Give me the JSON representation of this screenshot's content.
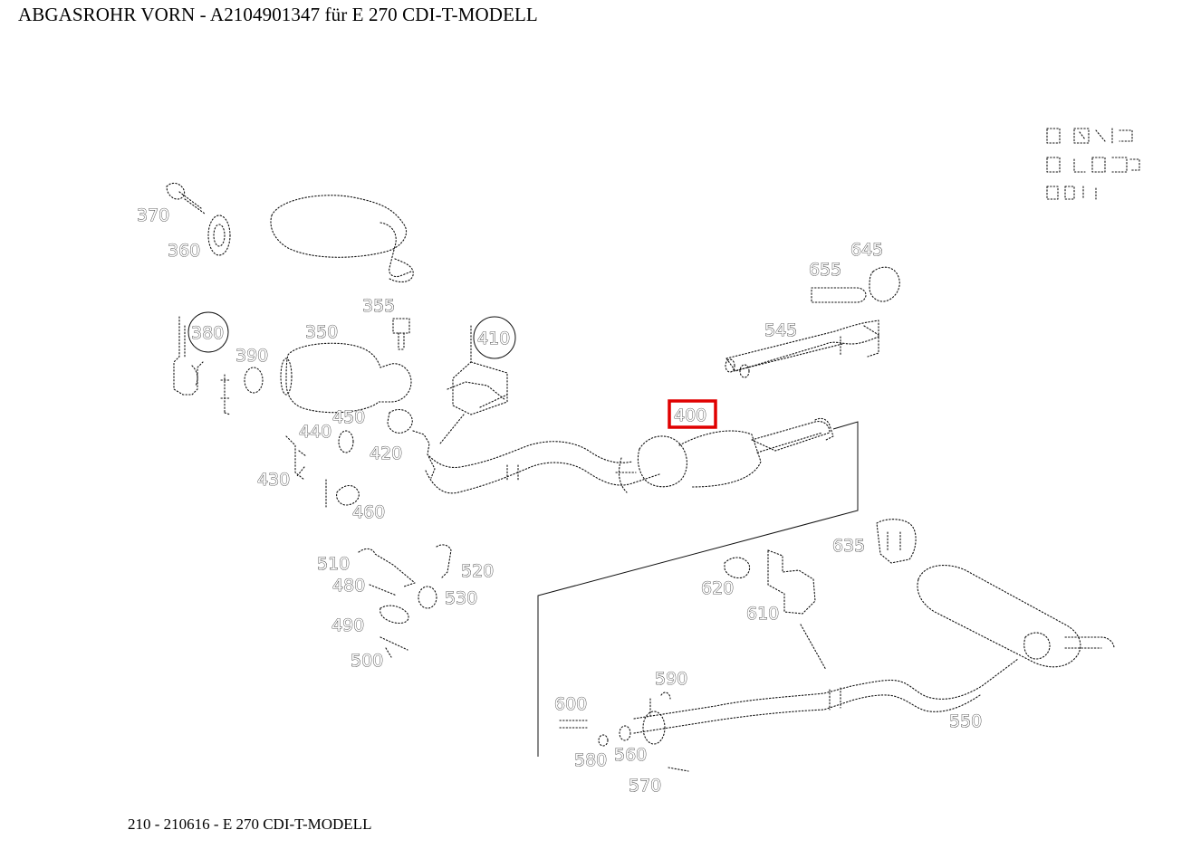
{
  "header": {
    "title": "ABGASROHR VORN - A2104901347 für E 270 CDI-T-MODELL"
  },
  "footer": {
    "text": "210 - 210616 - E 270 CDI-T-MODELL"
  },
  "diagram": {
    "highlighted_part": "400",
    "highlight_color": "#e00000",
    "callouts": {
      "c370": "370",
      "c360": "360",
      "c355": "355",
      "c350": "350",
      "c380": "380",
      "c390": "390",
      "c410": "410",
      "c450": "450",
      "c440": "440",
      "c420": "420",
      "c430": "430",
      "c460": "460",
      "c400": "400",
      "c645": "645",
      "c655": "655",
      "c545": "545",
      "c635": "635",
      "c620": "620",
      "c610": "610",
      "c510": "510",
      "c480": "480",
      "c520": "520",
      "c530": "530",
      "c490": "490",
      "c500": "500",
      "c590": "590",
      "c600": "600",
      "c560": "560",
      "c580": "580",
      "c570": "570",
      "c550": "550"
    }
  }
}
